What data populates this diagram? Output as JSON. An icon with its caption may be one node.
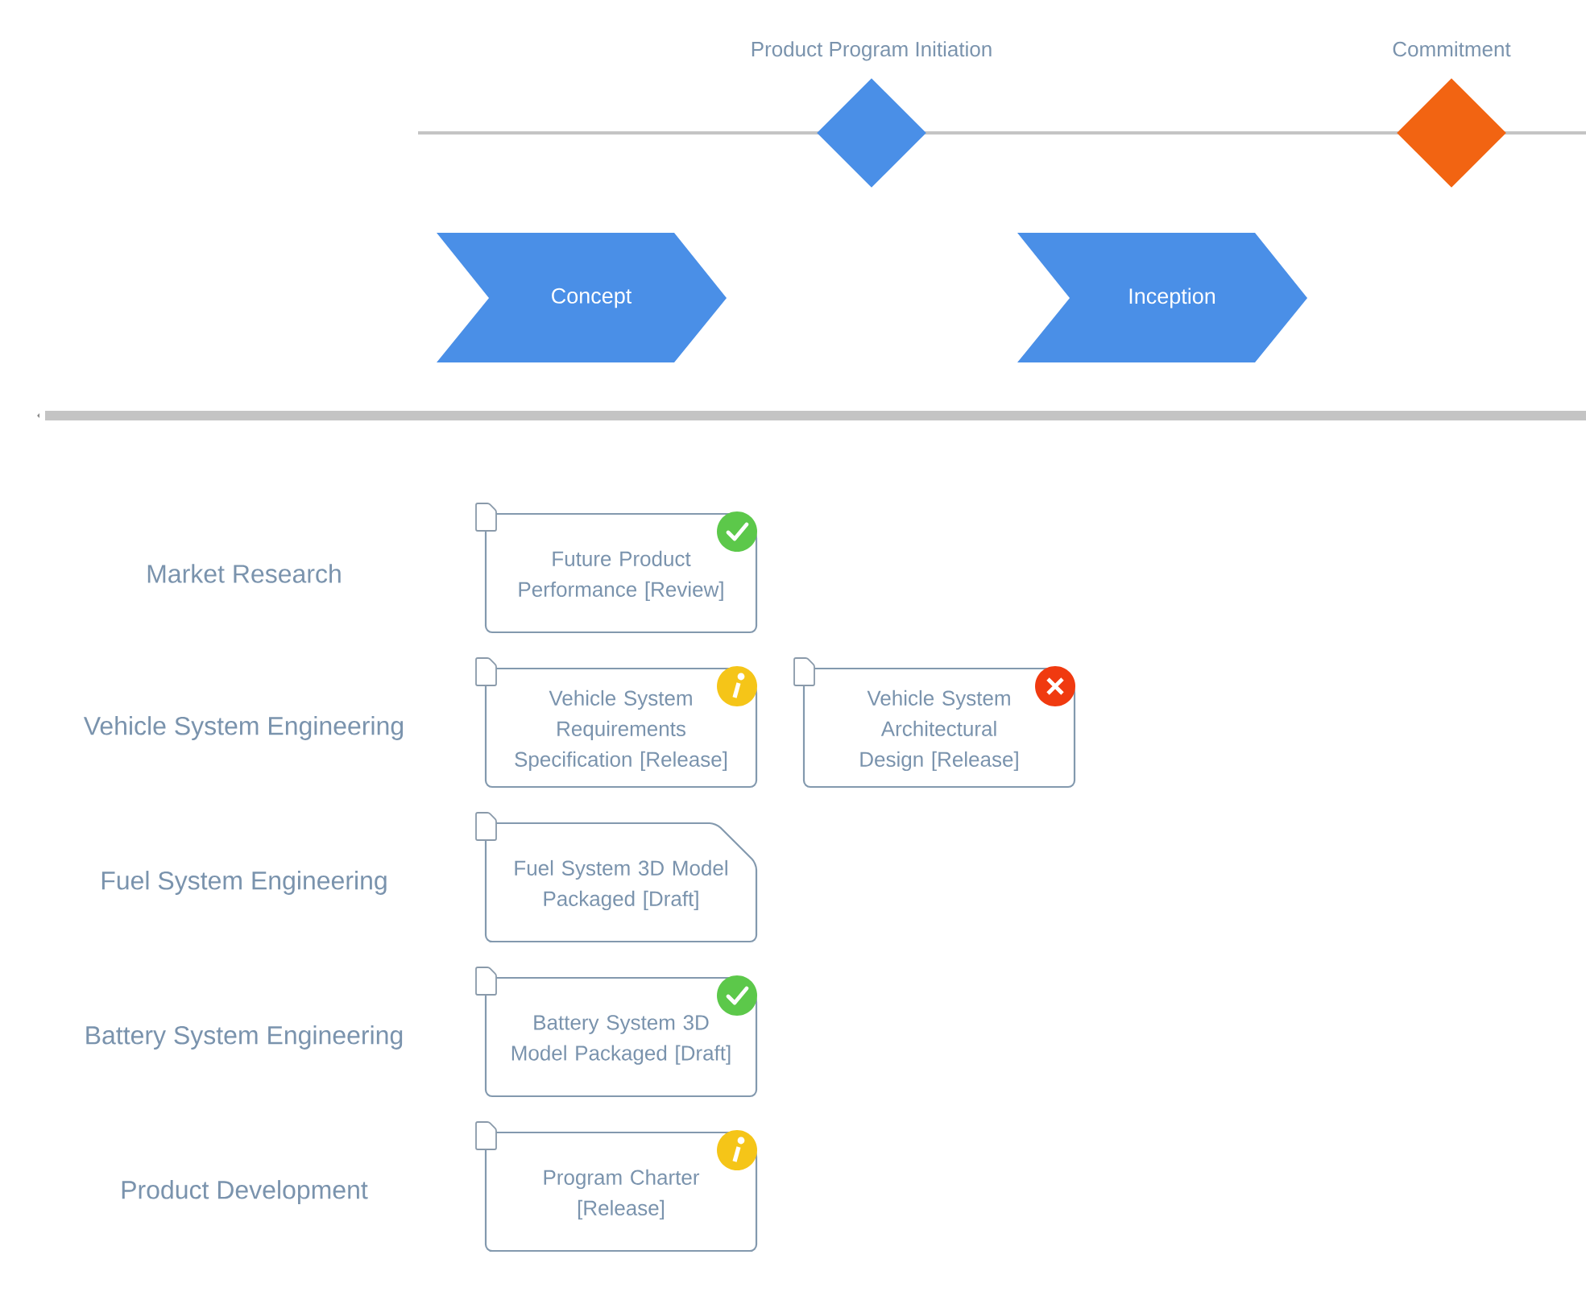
{
  "diagram": {
    "nodes": [
      {
        "text": [
          "Product Program Initiation"
        ]
      },
      {
        "text": [
          "Commitment"
        ]
      },
      {
        "text": [
          "Concept"
        ]
      },
      {
        "text": [
          "Inception"
        ]
      },
      {
        "text": [
          "Future Product Performance [Review]"
        ]
      },
      {
        "text": [
          "Vehicle System Requirements Specification [Release]"
        ]
      },
      {
        "text": [
          "Vehicle System Architectural Design [Release]"
        ]
      },
      {
        "text": [
          "Fuel System 3D Model Packaged [Draft]"
        ]
      },
      {
        "text": [
          "Battery System 3D Model Packaged [Draft]"
        ]
      },
      {
        "text": [
          "Program Charter [Release]"
        ]
      }
    ],
    "labels": [
      "Market Research",
      "Vehicle System Engineering",
      "Fuel System Engineering",
      "Battery System Engineering",
      "Product Development"
    ]
  }
}
